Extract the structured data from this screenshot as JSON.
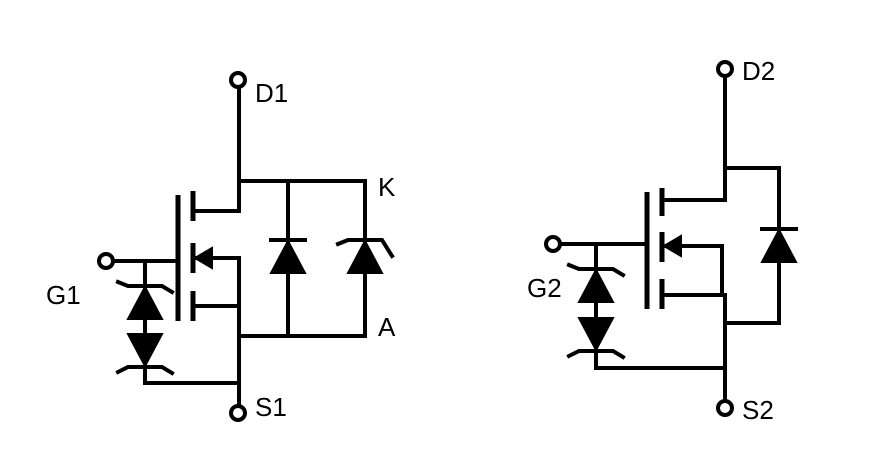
{
  "circuit_1": {
    "drain_label": "D1",
    "gate_label": "G1",
    "source_label": "S1",
    "cathode_label": "K",
    "anode_label": "A"
  },
  "circuit_2": {
    "drain_label": "D2",
    "gate_label": "G2",
    "source_label": "S2"
  },
  "colors": {
    "stroke": "#000000",
    "background": "#ffffff"
  }
}
